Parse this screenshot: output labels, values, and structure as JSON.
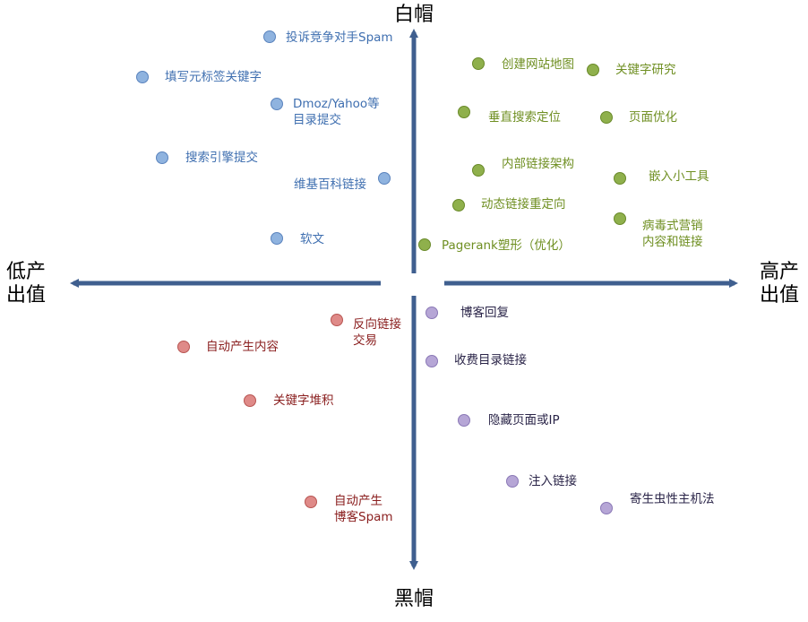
{
  "colors": {
    "axis": "#3f5f8f",
    "blue": {
      "fill": "#8fb3df",
      "stroke": "#5a83bd",
      "text": "#3f6fb0"
    },
    "green": {
      "fill": "#8fb04c",
      "stroke": "#6a8a2a",
      "text": "#6f8f22"
    },
    "red": {
      "fill": "#df8a88",
      "stroke": "#b85552",
      "text": "#8b2020"
    },
    "purple": {
      "fill": "#b6a6d6",
      "stroke": "#8a78b6",
      "text": "#2a2448"
    }
  },
  "axes": {
    "top": "白帽",
    "bottom": "黑帽",
    "left": [
      "低产",
      "出值"
    ],
    "right": [
      "高产",
      "出值"
    ]
  },
  "items": [
    {
      "id": "complaint-spam",
      "group": "blue",
      "lines": [
        "投诉竞争对手Spam"
      ]
    },
    {
      "id": "meta-keywords",
      "group": "blue",
      "lines": [
        "填写元标签关键字"
      ]
    },
    {
      "id": "dmoz-yahoo",
      "group": "blue",
      "lines": [
        "Dmoz/Yahoo等",
        "目录提交"
      ]
    },
    {
      "id": "engine-submit",
      "group": "blue",
      "lines": [
        "搜索引擎提交"
      ]
    },
    {
      "id": "wiki-links",
      "group": "blue",
      "lines": [
        "维基百科链接"
      ]
    },
    {
      "id": "soft-article",
      "group": "blue",
      "lines": [
        "软文"
      ]
    },
    {
      "id": "sitemap",
      "group": "green",
      "lines": [
        "创建网站地图"
      ]
    },
    {
      "id": "keyword-research",
      "group": "green",
      "lines": [
        "关键字研究"
      ]
    },
    {
      "id": "vertical-search",
      "group": "green",
      "lines": [
        "垂直搜索定位"
      ]
    },
    {
      "id": "page-optimization",
      "group": "green",
      "lines": [
        "页面优化"
      ]
    },
    {
      "id": "internal-links",
      "group": "green",
      "lines": [
        "内部链接架构"
      ]
    },
    {
      "id": "widgets",
      "group": "green",
      "lines": [
        "嵌入小工具"
      ]
    },
    {
      "id": "dynamic-redirect",
      "group": "green",
      "lines": [
        "动态链接重定向"
      ]
    },
    {
      "id": "viral-marketing",
      "group": "green",
      "lines": [
        "病毒式营销",
        "内容和链接"
      ]
    },
    {
      "id": "pagerank-sculpting",
      "group": "green",
      "lines": [
        "Pagerank塑形（优化）"
      ]
    },
    {
      "id": "link-trading",
      "group": "red",
      "lines": [
        "反向链接",
        "交易"
      ]
    },
    {
      "id": "auto-content",
      "group": "red",
      "lines": [
        "自动产生内容"
      ]
    },
    {
      "id": "keyword-stuffing",
      "group": "red",
      "lines": [
        "关键字堆积"
      ]
    },
    {
      "id": "auto-blog-spam",
      "group": "red",
      "lines": [
        "自动产生",
        "博客Spam"
      ]
    },
    {
      "id": "blog-replies",
      "group": "purple",
      "lines": [
        "博客回复"
      ]
    },
    {
      "id": "paid-directory",
      "group": "purple",
      "lines": [
        "收费目录链接"
      ]
    },
    {
      "id": "cloaking",
      "group": "purple",
      "lines": [
        "隐藏页面或IP"
      ]
    },
    {
      "id": "link-injection",
      "group": "purple",
      "lines": [
        "注入链接"
      ]
    },
    {
      "id": "parasite-hosting",
      "group": "purple",
      "lines": [
        "寄生虫性主机法"
      ]
    }
  ]
}
